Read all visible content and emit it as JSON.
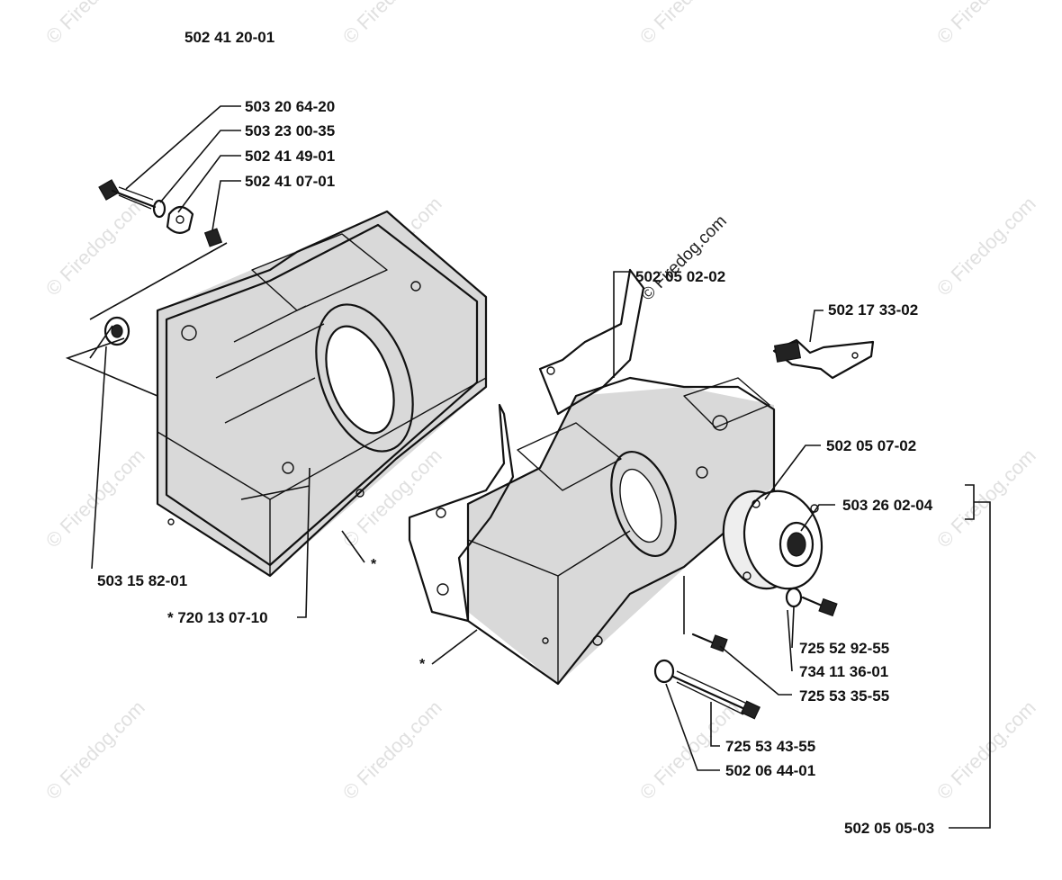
{
  "assembly_number": "502 41 20-01",
  "watermark": "© Firedog.com",
  "labels": {
    "p1": "503 20 64-20",
    "p2": "503 23 00-35",
    "p3": "502 41 49-01",
    "p4": "502 41 07-01",
    "p5": "503 15 82-01",
    "p6": "* 720 13 07-10",
    "p7": "502 05 02-02",
    "p8": "502 17 33-02",
    "p9": "502 05 07-02",
    "p10": "503 26 02-04",
    "p11": "725 52 92-55",
    "p12": "734 11 36-01",
    "p13": "725 53 35-55",
    "p14": "725 53 43-55",
    "p15": "502 06 44-01",
    "p16": "502 05 05-03",
    "star": "*"
  }
}
